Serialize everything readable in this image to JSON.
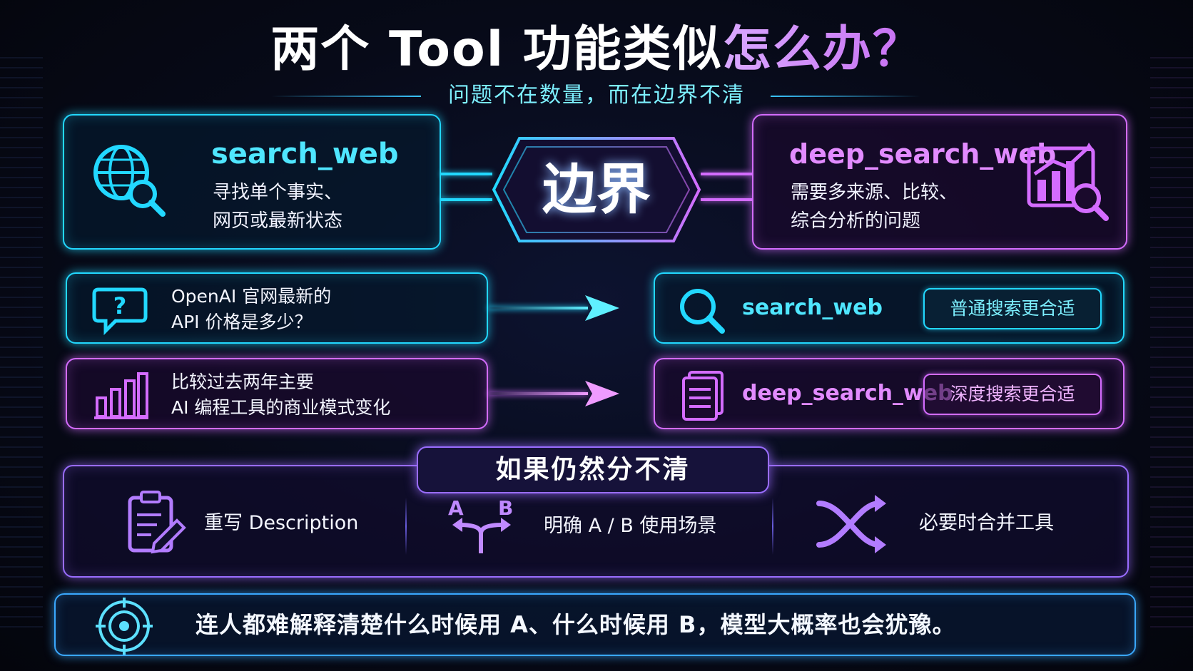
{
  "title": {
    "part1": "两个 Tool 功能类似",
    "part2": "怎么办？"
  },
  "subtitle": "问题不在数量，而在边界不清",
  "center_label": "边界",
  "tools": {
    "left": {
      "name": "search_web",
      "desc_line1": "寻找单个事实、",
      "desc_line2": "网页或最新状态"
    },
    "right": {
      "name": "deep_search_web",
      "desc_line1": "需要多来源、比较、",
      "desc_line2": "综合分析的问题"
    }
  },
  "examples": [
    {
      "question_line1": "OpenAI 官网最新的",
      "question_line2": "API 价格是多少？",
      "tool": "search_web",
      "badge": "普通搜索更合适"
    },
    {
      "question_line1": "比较过去两年主要",
      "question_line2": "AI 编程工具的商业模式变化",
      "tool": "deep_search_web",
      "badge": "深度搜索更合适"
    }
  ],
  "fallback": {
    "title": "如果仍然分不清",
    "steps": [
      {
        "label": "重写 Description"
      },
      {
        "label": "明确 A / B 使用场景",
        "icon_a": "A",
        "icon_b": "B"
      },
      {
        "label": "必要时合并工具"
      }
    ]
  },
  "footer": "连人都难解释清楚什么时候用 A、什么时候用 B，模型大概率也会犹豫。",
  "colors": {
    "cyan": "#22d8ff",
    "pink": "#d46cff",
    "purple": "#9a6dff"
  },
  "icons": [
    "globe-search-icon",
    "chart-search-icon",
    "question-bubble-icon",
    "search-icon",
    "bar-chart-icon",
    "document-icon",
    "clipboard-edit-icon",
    "branch-ab-icon",
    "shuffle-icon",
    "target-icon"
  ]
}
